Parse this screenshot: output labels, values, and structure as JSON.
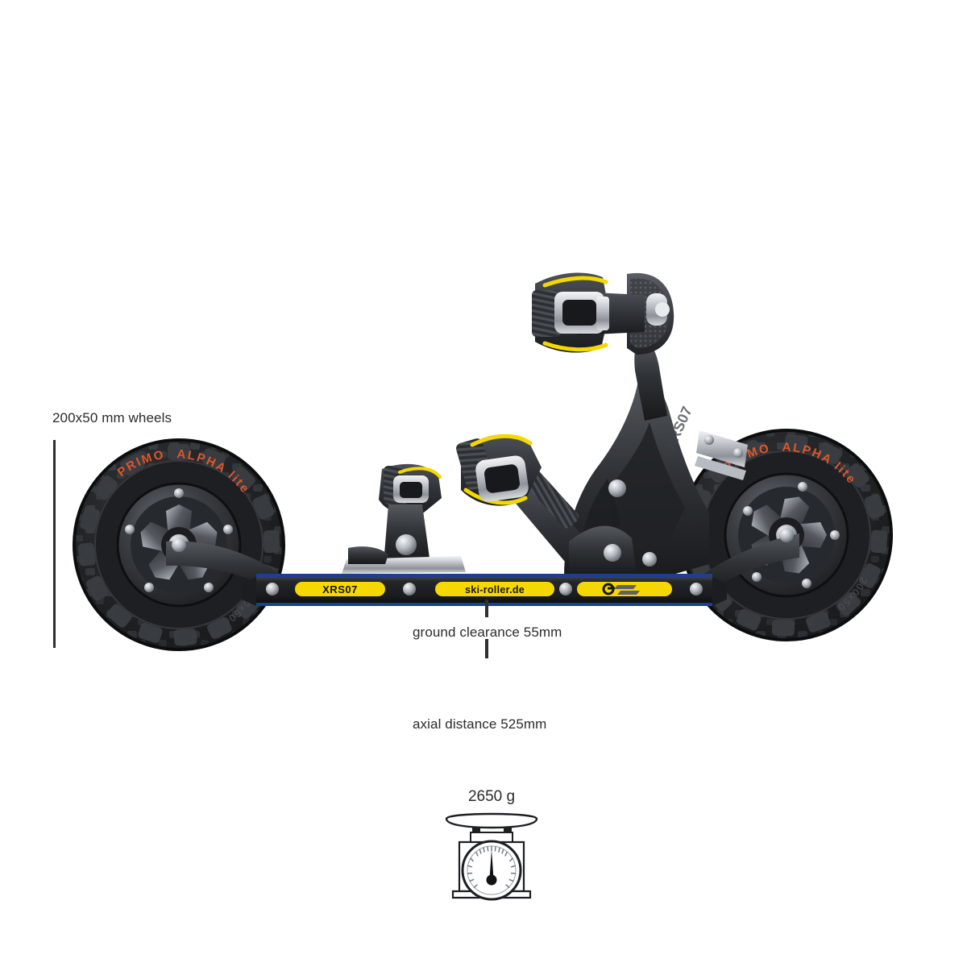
{
  "product": {
    "name": "XRS07",
    "brand_site": "ski-roller.de",
    "tire_brand": "PRIMO",
    "tire_model": "ALPHA lite",
    "tire_size_marking": "200x50",
    "shaft_labels": [
      "XRS07",
      "ski-roller.de",
      "logo-mark"
    ]
  },
  "annotations": {
    "wheels": "200x50 mm wheels",
    "ground_clearance": "ground clearance 55mm",
    "axial_distance": "axial distance 525mm"
  },
  "weight": {
    "value": "2650 g",
    "icon": "kitchen-scale-icon"
  },
  "colors": {
    "background": "#ffffff",
    "text": "#2b2b2b",
    "accent_yellow": "#f5d800",
    "accent_blue": "#1d3f8f",
    "tire_text": "#e0562a",
    "frame_dark": "#2c2e31",
    "rubber": "#232527",
    "metal": "#c9ccd1"
  }
}
